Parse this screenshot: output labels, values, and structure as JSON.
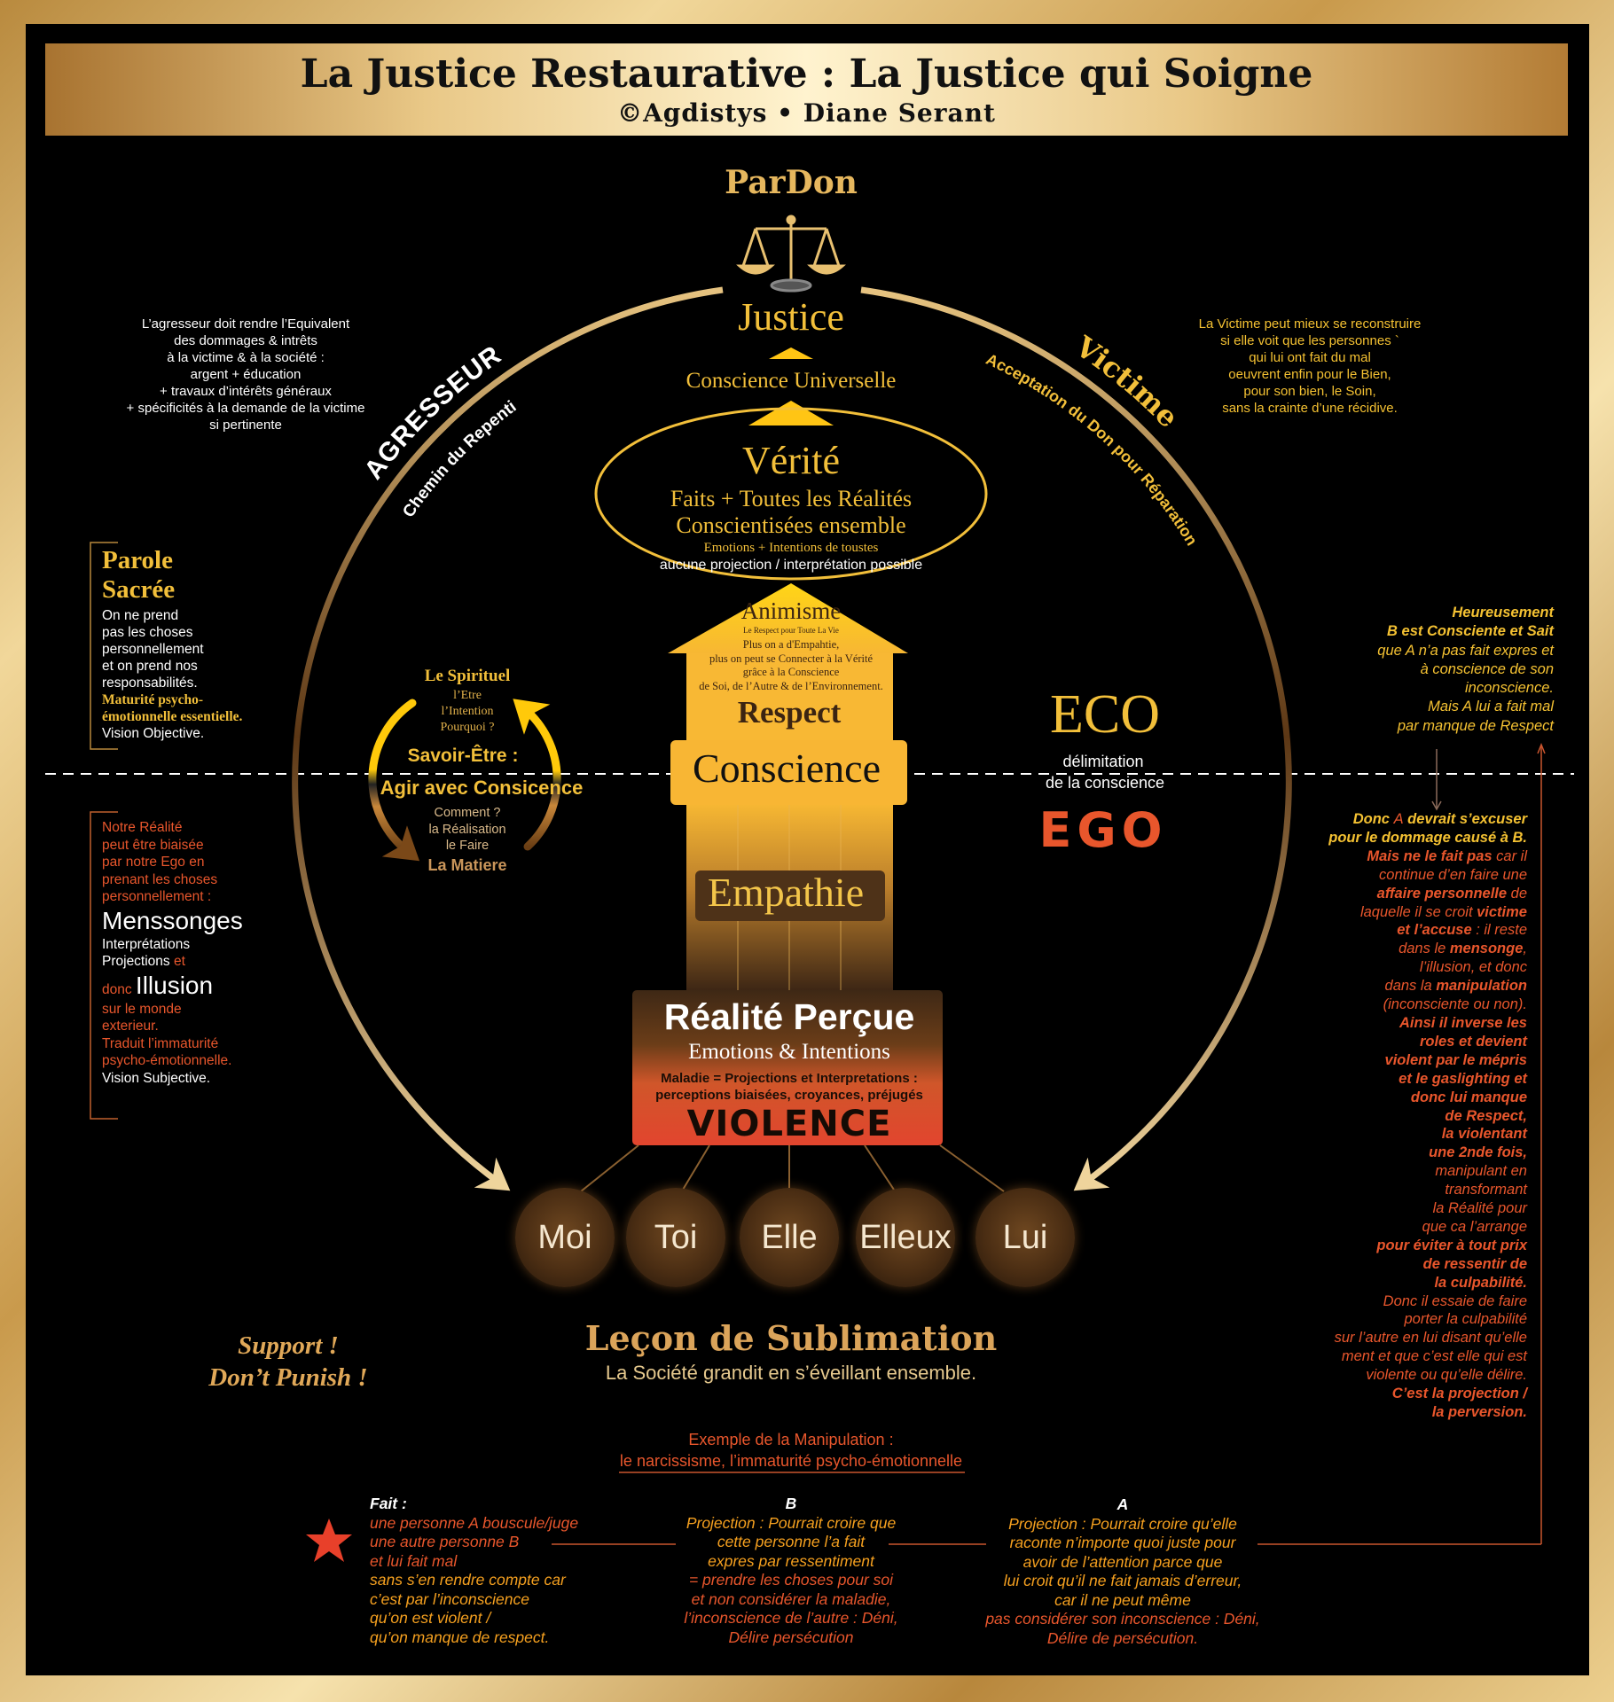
{
  "header": {
    "title": "La Justice Restaurative : La Justice qui Soigne",
    "subtitle": "©Agdistys • Diane Serant"
  },
  "top": {
    "pardon": "ParDon",
    "justice": "Justice",
    "conscience_universelle": "Conscience Universelle"
  },
  "arc": {
    "agresseur": "AGRESSEUR",
    "agresseur_path": "Chemin du Repenti",
    "victime": "Victime",
    "victime_path": "Acceptation du Don pour Réparation"
  },
  "verite": {
    "title": "Vérité",
    "line1": "Faits + Toutes les Réalités",
    "line2": "Conscientisées ensemble",
    "line3": "Emotions + Intentions de toustes",
    "line4": "aucune projection / interprétation possible"
  },
  "house": {
    "title": "Animisme",
    "subtitle": "Le Respect pour Toute La Vie",
    "body": [
      "Plus on a d'Empahtie,",
      "plus on peut se Connecter à la Vérité",
      "grâce à la Conscience",
      "de Soi, de l’Autre & de l’Environnement."
    ],
    "respect": "Respect"
  },
  "conscience": "Conscience",
  "empathie": "Empathie",
  "realite": {
    "title": "Réalité Perçue",
    "subtitle": "Emotions & Intentions",
    "line1": "Maladie = Projections et Interpretations :",
    "line2": "perceptions biaisées, croyances, préjugés",
    "violence": "VIOLENCE"
  },
  "people": [
    "Moi",
    "Toi",
    "Elle",
    "Elleux",
    "Lui"
  ],
  "lecon": {
    "title": "Leçon de Sublimation",
    "subtitle": "La Société grandit en s’éveillant ensemble."
  },
  "support": {
    "line1": "Support !",
    "line2": "Don’t Punish !"
  },
  "eco": {
    "eco": "ECO",
    "delim1": "délimitation",
    "delim2": "de la conscience",
    "ego": "EGO"
  },
  "cycle": {
    "title": "Le Spirituel",
    "l1": "l’Etre",
    "l2": "l’Intention",
    "l3": "Pourquoi ?",
    "savoir": "Savoir-Être :",
    "agir": "Agir avec Consicence",
    "c1": "Comment ?",
    "c2": "la Réalisation",
    "c3": "le Faire",
    "matiere": "La Matiere"
  },
  "left_top": [
    "L’agresseur doit rendre l’Equivalent",
    "des dommages & intrêts",
    "à la victime & à la société :",
    "argent + éducation",
    "+ travaux d’intérêts généraux",
    "+ spécificités à la demande de la victime",
    "si pertinente"
  ],
  "right_top": [
    "La Victime peut mieux se reconstruire",
    "si elle voit que les personnes `",
    "qui lui ont fait du mal",
    "oeuvrent enfin pour le Bien,",
    "pour son bien, le Soin,",
    "sans la crainte d’une récidive."
  ],
  "parole": {
    "title1": "Parole",
    "title2": "Sacrée",
    "lines": [
      [
        "On ne prend"
      ],
      [
        "pas les choses"
      ],
      [
        "personnellement"
      ],
      [
        "et on prend nos"
      ],
      [
        "responsabilités."
      ]
    ],
    "gold1": "Maturité psycho-",
    "gold2": "émotionnelle essentielle.",
    "vision": "Vision Objective."
  },
  "notre": {
    "lines": [
      [
        {
          "t": "Notre Réalité",
          "c": "r"
        }
      ],
      [
        {
          "t": "peut être biaisée",
          "c": "r"
        }
      ],
      [
        {
          "t": "par notre Ego en",
          "c": "r"
        }
      ],
      [
        {
          "t": "prenant les choses",
          "c": "r"
        }
      ],
      [
        {
          "t": "personnellement :",
          "c": "r"
        }
      ],
      [
        {
          "t": "Menssonges",
          "c": "w",
          "big": true
        }
      ],
      [
        {
          "t": "Interprétations",
          "c": "w"
        }
      ],
      [
        {
          "t": "Projections",
          "c": "w"
        },
        {
          "t": " et",
          "c": "r"
        }
      ],
      [
        {
          "t": "donc ",
          "c": "r"
        },
        {
          "t": "Illusion",
          "c": "w",
          "big": true
        }
      ],
      [
        {
          "t": "sur le monde",
          "c": "r"
        }
      ],
      [
        {
          "t": "exterieur.",
          "c": "r"
        }
      ],
      [
        {
          "t": "Traduit l’immaturité",
          "c": "r"
        }
      ],
      [
        {
          "t": "psycho-émotionnelle.",
          "c": "r"
        }
      ],
      [
        {
          "t": "Vision Subjective.",
          "c": "w"
        }
      ]
    ]
  },
  "right_block1": [
    [
      {
        "t": "Heureusement",
        "c": "y",
        "b": true
      }
    ],
    [
      {
        "t": "B est Consciente et Sait",
        "c": "y",
        "b": true
      }
    ],
    [
      {
        "t": "que A n’a pas fait expres et",
        "c": "y"
      }
    ],
    [
      {
        "t": "à conscience de son",
        "c": "y"
      }
    ],
    [
      {
        "t": "inconscience.",
        "c": "y"
      }
    ],
    [
      {
        "t": "Mais A lui a fait mal",
        "c": "y"
      }
    ],
    [
      {
        "t": "par manque de Respect",
        "c": "y"
      }
    ]
  ],
  "right_block2": [
    [
      {
        "t": "Donc ",
        "c": "y",
        "b": true
      },
      {
        "t": "A",
        "c": "r"
      },
      {
        "t": " devrait s’excuser",
        "c": "y",
        "b": true
      }
    ],
    [
      {
        "t": "pour le dommage causé à B.",
        "c": "y",
        "b": true
      }
    ],
    [
      {
        "t": "Mais ne le fait pas",
        "c": "r",
        "b": true
      },
      {
        "t": " car il",
        "c": "r"
      }
    ],
    [
      {
        "t": "continue d’en faire une",
        "c": "r"
      }
    ],
    [
      {
        "t": "affaire personnelle",
        "c": "r",
        "b": true
      },
      {
        "t": " de",
        "c": "r"
      }
    ],
    [
      {
        "t": "laquelle il se croit ",
        "c": "r"
      },
      {
        "t": "victime",
        "c": "r",
        "b": true
      }
    ],
    [
      {
        "t": "et l’accuse",
        "c": "r",
        "b": true
      },
      {
        "t": " : il reste",
        "c": "r"
      }
    ],
    [
      {
        "t": "dans le ",
        "c": "r"
      },
      {
        "t": "mensonge",
        "c": "r",
        "b": true
      },
      {
        "t": ",",
        "c": "r"
      }
    ],
    [
      {
        "t": "l’illusion, et donc",
        "c": "r"
      }
    ],
    [
      {
        "t": "dans la ",
        "c": "r"
      },
      {
        "t": "manipulation",
        "c": "r",
        "b": true
      }
    ],
    [
      {
        "t": "(inconsciente ou non).",
        "c": "r"
      }
    ],
    [
      {
        "t": "Ainsi il inverse les",
        "c": "r",
        "b": true
      }
    ],
    [
      {
        "t": "roles et devient",
        "c": "r",
        "b": true
      }
    ],
    [
      {
        "t": "violent par le mépris",
        "c": "r",
        "b": true
      }
    ],
    [
      {
        "t": "et le gaslighting et",
        "c": "r",
        "b": true
      }
    ],
    [
      {
        "t": "donc lui manque",
        "c": "r",
        "b": true
      }
    ],
    [
      {
        "t": "de Respect,",
        "c": "r",
        "b": true
      }
    ],
    [
      {
        "t": "la violentant",
        "c": "r",
        "b": true
      }
    ],
    [
      {
        "t": "une 2nde fois,",
        "c": "r",
        "b": true
      }
    ],
    [
      {
        "t": "manipulant en",
        "c": "r"
      }
    ],
    [
      {
        "t": "transformant",
        "c": "r"
      }
    ],
    [
      {
        "t": "la Réalité pour",
        "c": "r"
      }
    ],
    [
      {
        "t": "que ca l’arrange",
        "c": "r"
      }
    ],
    [
      {
        "t": "pour éviter à tout prix",
        "c": "r",
        "b": true
      }
    ],
    [
      {
        "t": "de ressentir de",
        "c": "r",
        "b": true
      }
    ],
    [
      {
        "t": "la culpabilité.",
        "c": "r",
        "b": true
      }
    ],
    [
      {
        "t": "Donc il essaie de faire",
        "c": "r"
      }
    ],
    [
      {
        "t": "porter la culpabilité",
        "c": "r"
      }
    ],
    [
      {
        "t": "sur l’autre en lui disant qu’elle",
        "c": "r"
      }
    ],
    [
      {
        "t": "ment et que c’est elle qui est",
        "c": "r"
      }
    ],
    [
      {
        "t": "violente ou qu’elle délire.",
        "c": "r"
      }
    ],
    [
      {
        "t": "C’est la projection /",
        "c": "r",
        "b": true
      }
    ],
    [
      {
        "t": "la perversion.",
        "c": "r",
        "b": true
      }
    ]
  ],
  "example": {
    "line1": "Exemple de la Manipulation :",
    "line2": "le narcissisme, l’immaturité psycho-émotionnelle"
  },
  "fait": {
    "lines": [
      [
        {
          "t": "Fait :",
          "c": "w",
          "b": true
        }
      ],
      [
        {
          "t": "une personne A bouscule/juge",
          "c": "r"
        }
      ],
      [
        {
          "t": "une autre personne B",
          "c": "r"
        }
      ],
      [
        {
          "t": "et lui fait mal",
          "c": "r"
        }
      ],
      [
        {
          "t": "sans s’en rendre compte car",
          "c": "o"
        }
      ],
      [
        {
          "t": "c’est par l’inconscience",
          "c": "o"
        }
      ],
      [
        {
          "t": "qu’on est violent /",
          "c": "o"
        }
      ],
      [
        {
          "t": "qu’on manque de respect.",
          "c": "o"
        }
      ]
    ]
  },
  "colB": {
    "lines": [
      [
        {
          "t": "B",
          "c": "w",
          "b": true
        }
      ],
      [
        {
          "t": "Projection : Pourrait croire que",
          "c": "o"
        }
      ],
      [
        {
          "t": "cette personne l’a fait",
          "c": "o"
        }
      ],
      [
        {
          "t": "expres par ressentiment",
          "c": "o"
        }
      ],
      [
        {
          "t": "= prendre les choses pour soi",
          "c": "r"
        }
      ],
      [
        {
          "t": "et non considérer la maladie,",
          "c": "r"
        }
      ],
      [
        {
          "t": "l’inconscience de l’autre : Déni,",
          "c": "r"
        }
      ],
      [
        {
          "t": "Délire persécution",
          "c": "r"
        }
      ]
    ]
  },
  "colA": {
    "lines": [
      [
        {
          "t": "A",
          "c": "w",
          "b": true
        }
      ],
      [
        {
          "t": "Projection : Pourrait croire qu’elle",
          "c": "o"
        }
      ],
      [
        {
          "t": "raconte n’importe quoi juste pour",
          "c": "o"
        }
      ],
      [
        {
          "t": "avoir de l’attention parce que",
          "c": "o"
        }
      ],
      [
        {
          "t": "lui croit qu’il ne fait jamais d’erreur,",
          "c": "o"
        }
      ],
      [
        {
          "t": "car il ne peut même",
          "c": "o"
        }
      ],
      [
        {
          "t": "pas considérer son inconscience : Déni,",
          "c": "r"
        }
      ],
      [
        {
          "t": "Délire de persécution.",
          "c": "r"
        }
      ]
    ]
  },
  "colors": {
    "gold": "#f2bf3a",
    "red": "#e8562c",
    "orange": "#f5a01f",
    "frame": "#d4a95a"
  }
}
